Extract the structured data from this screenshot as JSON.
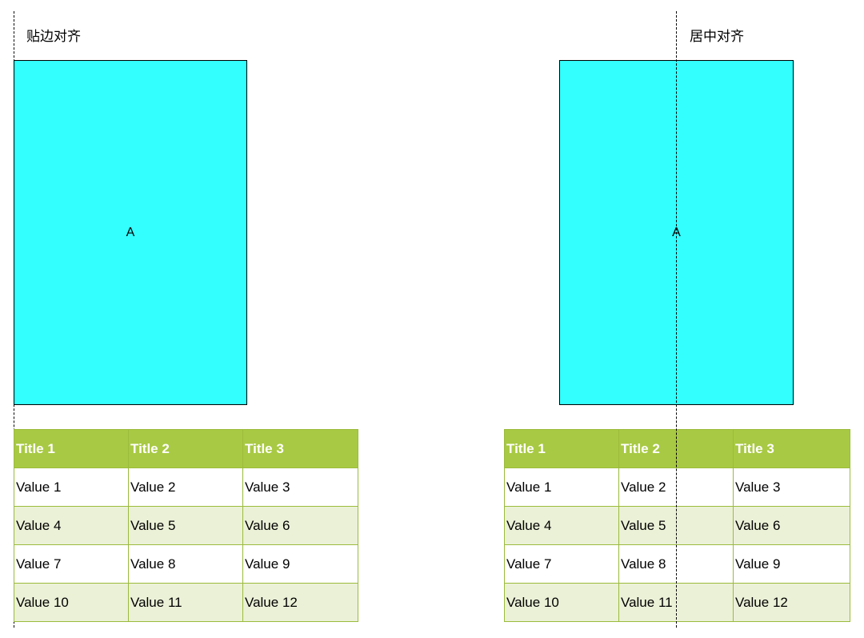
{
  "left": {
    "caption": "贴边对齐",
    "box_label": "A",
    "table": {
      "headers": [
        "Title 1",
        "Title 2",
        "Title 3"
      ],
      "rows": [
        [
          "Value 1",
          "Value 2",
          "Value 3"
        ],
        [
          "Value 4",
          "Value 5",
          "Value 6"
        ],
        [
          "Value 7",
          "Value 8",
          "Value 9"
        ],
        [
          "Value 10",
          "Value 11",
          "Value 12"
        ]
      ]
    }
  },
  "right": {
    "caption": "居中对齐",
    "box_label": "A",
    "table": {
      "headers": [
        "Title 1",
        "Title 2",
        "Title 3"
      ],
      "rows": [
        [
          "Value 1",
          "Value 2",
          "Value 3"
        ],
        [
          "Value 4",
          "Value 5",
          "Value 6"
        ],
        [
          "Value 7",
          "Value 8",
          "Value 9"
        ],
        [
          "Value 10",
          "Value 11",
          "Value 12"
        ]
      ]
    }
  },
  "colors": {
    "box_fill": "#33ffff",
    "header_fill": "#a8c943",
    "alt_row_fill": "#ebf1d7",
    "border": "#9bbb3c"
  }
}
